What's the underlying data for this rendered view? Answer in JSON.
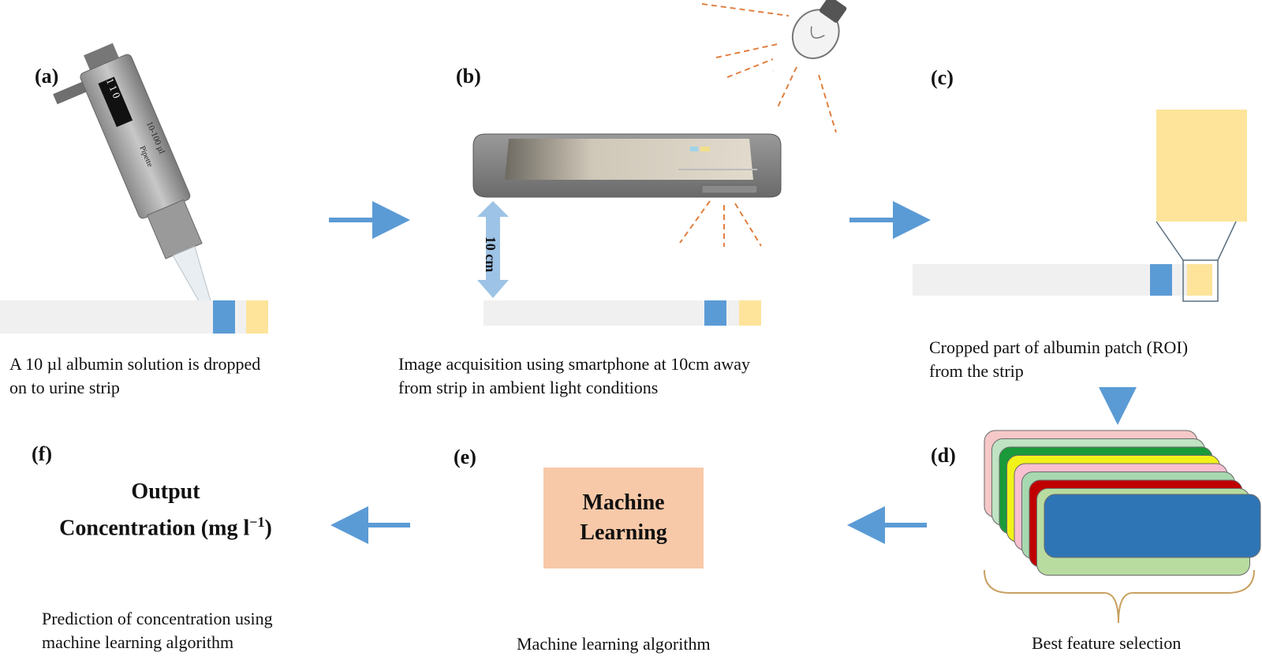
{
  "panels": {
    "a": {
      "label": "(a)",
      "caption_line1": "A 10 µl albumin solution is dropped",
      "caption_line2": "on to urine strip",
      "pipette_display": "1 1 0",
      "pipette_range": "10-100 µl",
      "pipette_brand": "Pipette"
    },
    "b": {
      "label": "(b)",
      "caption_line1": "Image acquisition using smartphone at 10cm away",
      "caption_line2": "from strip in ambient light conditions",
      "distance_label": "10 cm"
    },
    "c": {
      "label": "(c)",
      "caption_line1": "Cropped part of albumin patch (ROI)",
      "caption_line2": "from the strip"
    },
    "d": {
      "label": "(d)",
      "caption": "Best feature selection"
    },
    "e": {
      "label": "(e)",
      "box_line1": "Machine",
      "box_line2": "Learning",
      "caption": "Machine learning algorithm"
    },
    "f": {
      "label": "(f)",
      "title_line1": "Output",
      "title_line2": "Concentration (mg l",
      "title_sup": "−1",
      "title_end": ")",
      "caption_line1": "Prediction of concentration using",
      "caption_line2": "machine learning algorithm"
    }
  },
  "colors": {
    "arrow": "#5b9bd5",
    "strip": "#f0f0f0",
    "patch_blue": "#5b9bd5",
    "patch_yellow": "#fde49a",
    "ml_box": "#f8c9a8",
    "light_rays": "#e08040",
    "brace": "#c8a060"
  },
  "feature_layers": [
    {
      "color": "#f6c8c8"
    },
    {
      "color": "#bfe3c3"
    },
    {
      "color": "#1a9a3a"
    },
    {
      "color": "#f2f21a"
    },
    {
      "color": "#f8c0d0"
    },
    {
      "color": "#a8d8b0"
    },
    {
      "color": "#c00000"
    },
    {
      "color": "#b8dca0"
    },
    {
      "color": "#2e75b6"
    }
  ]
}
